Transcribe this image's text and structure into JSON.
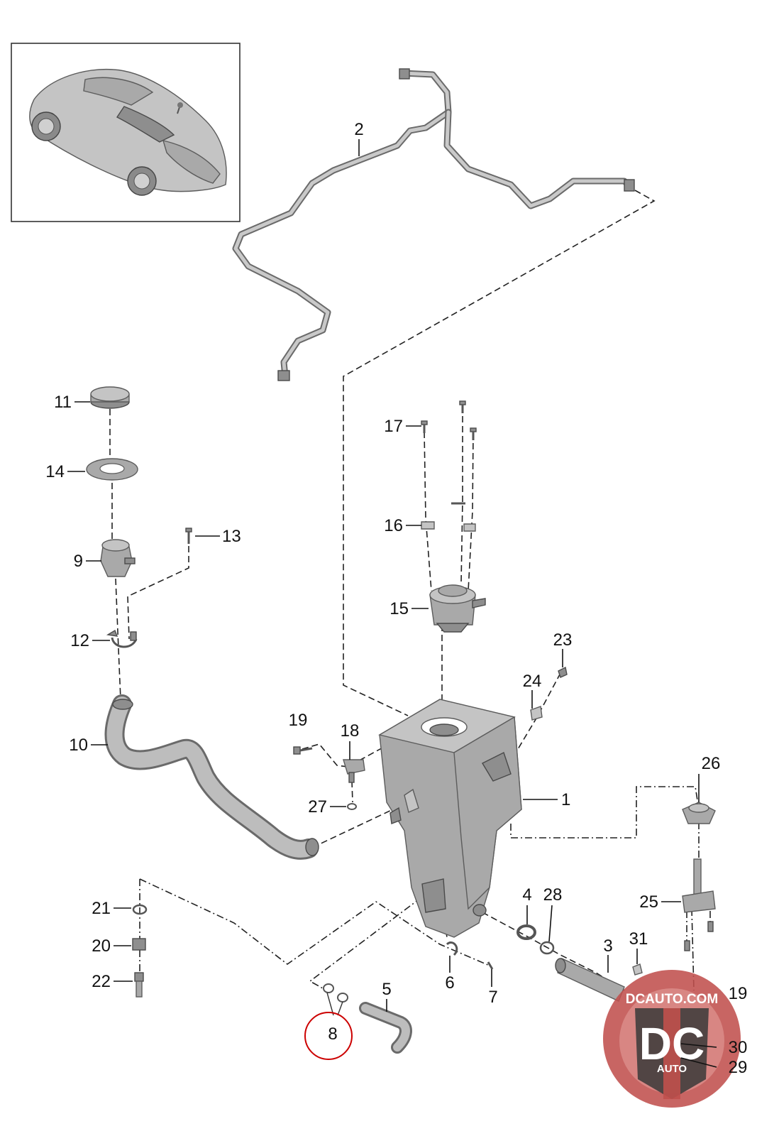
{
  "callouts": [
    {
      "id": "c1",
      "text": "1"
    },
    {
      "id": "c2",
      "text": "2"
    },
    {
      "id": "c3",
      "text": "3"
    },
    {
      "id": "c4",
      "text": "4"
    },
    {
      "id": "c5",
      "text": "5"
    },
    {
      "id": "c6",
      "text": "6"
    },
    {
      "id": "c7",
      "text": "7"
    },
    {
      "id": "c8",
      "text": "8"
    },
    {
      "id": "c9",
      "text": "9"
    },
    {
      "id": "c10",
      "text": "10"
    },
    {
      "id": "c11",
      "text": "11"
    },
    {
      "id": "c12",
      "text": "12"
    },
    {
      "id": "c13",
      "text": "13"
    },
    {
      "id": "c14",
      "text": "14"
    },
    {
      "id": "c15",
      "text": "15"
    },
    {
      "id": "c16",
      "text": "16"
    },
    {
      "id": "c17",
      "text": "17"
    },
    {
      "id": "c18",
      "text": "18"
    },
    {
      "id": "c19a",
      "text": "19"
    },
    {
      "id": "c19b",
      "text": "19"
    },
    {
      "id": "c20",
      "text": "20"
    },
    {
      "id": "c21",
      "text": "21"
    },
    {
      "id": "c22",
      "text": "22"
    },
    {
      "id": "c23",
      "text": "23"
    },
    {
      "id": "c24",
      "text": "24"
    },
    {
      "id": "c25",
      "text": "25"
    },
    {
      "id": "c26",
      "text": "26"
    },
    {
      "id": "c27",
      "text": "27"
    },
    {
      "id": "c28",
      "text": "28"
    },
    {
      "id": "c29",
      "text": "29"
    },
    {
      "id": "c30",
      "text": "30"
    },
    {
      "id": "c31",
      "text": "31"
    }
  ],
  "watermark": {
    "domain_text": "DCAUTO.COM",
    "logo_text": "DC",
    "sub_text": "AUTO",
    "colors": {
      "ring": "#c0504d",
      "inner": "#d98a86",
      "shield": "#3a3a3a"
    }
  },
  "highlight": {
    "part": "8",
    "color": "#cc0000"
  }
}
